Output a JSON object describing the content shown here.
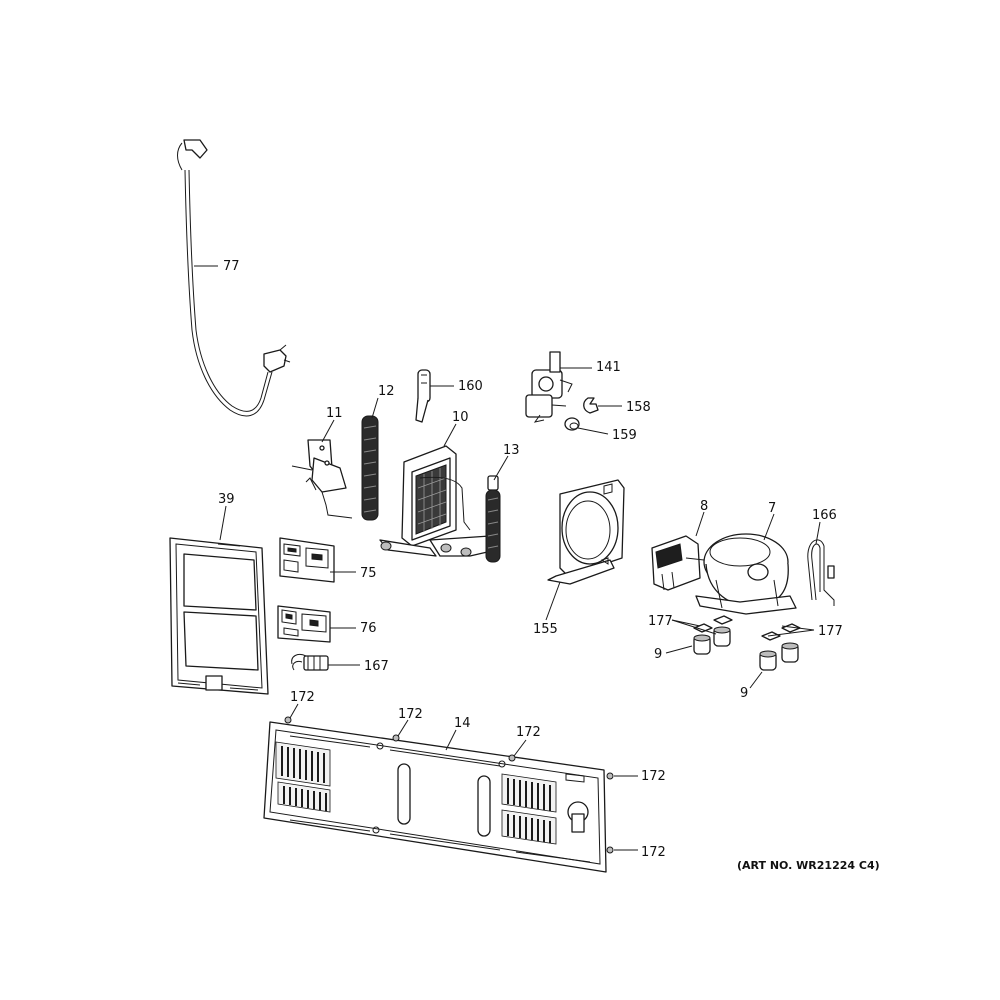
{
  "diagram": {
    "art_number": "(ART NO. WR21224 C4)",
    "callouts": [
      {
        "id": "c77",
        "label": "77"
      },
      {
        "id": "c12",
        "label": "12"
      },
      {
        "id": "c160",
        "label": "160"
      },
      {
        "id": "c141",
        "label": "141"
      },
      {
        "id": "c158",
        "label": "158"
      },
      {
        "id": "c159",
        "label": "159"
      },
      {
        "id": "c11",
        "label": "11"
      },
      {
        "id": "c10",
        "label": "10"
      },
      {
        "id": "c13",
        "label": "13"
      },
      {
        "id": "c39",
        "label": "39"
      },
      {
        "id": "c75",
        "label": "75"
      },
      {
        "id": "c76",
        "label": "76"
      },
      {
        "id": "c167",
        "label": "167"
      },
      {
        "id": "c155",
        "label": "155"
      },
      {
        "id": "c8",
        "label": "8"
      },
      {
        "id": "c7",
        "label": "7"
      },
      {
        "id": "c166",
        "label": "166"
      },
      {
        "id": "c177a",
        "label": "177"
      },
      {
        "id": "c177b",
        "label": "177"
      },
      {
        "id": "c9a",
        "label": "9"
      },
      {
        "id": "c9b",
        "label": "9"
      },
      {
        "id": "c172a",
        "label": "172"
      },
      {
        "id": "c172b",
        "label": "172"
      },
      {
        "id": "c14",
        "label": "14"
      },
      {
        "id": "c172c",
        "label": "172"
      },
      {
        "id": "c172d",
        "label": "172"
      },
      {
        "id": "c172e",
        "label": "172"
      }
    ]
  }
}
